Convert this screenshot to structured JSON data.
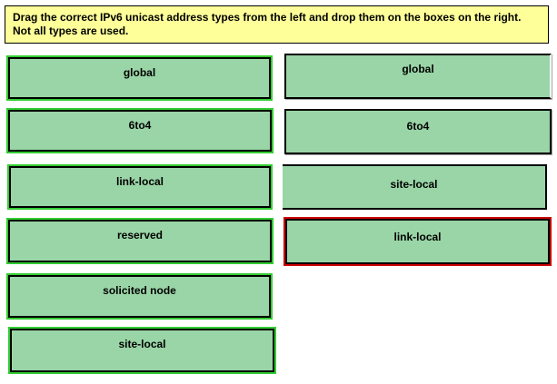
{
  "instructions": "Drag the correct IPv6 unicast address types from the left and drop them on the boxes on the right. Not all types are used.",
  "source_items": [
    {
      "label": "global"
    },
    {
      "label": "6to4"
    },
    {
      "label": "link-local"
    },
    {
      "label": "reserved"
    },
    {
      "label": "solicited node"
    },
    {
      "label": "site-local"
    }
  ],
  "target_items": [
    {
      "label": "global"
    },
    {
      "label": "6to4"
    },
    {
      "label": "site-local"
    },
    {
      "label": "link-local"
    }
  ],
  "colors": {
    "tile_fill": "#99d5a6",
    "source_border": "#33cc33",
    "target_border": "#000000",
    "highlight_border": "#cc0000",
    "instruction_bg": "#ffff99"
  }
}
